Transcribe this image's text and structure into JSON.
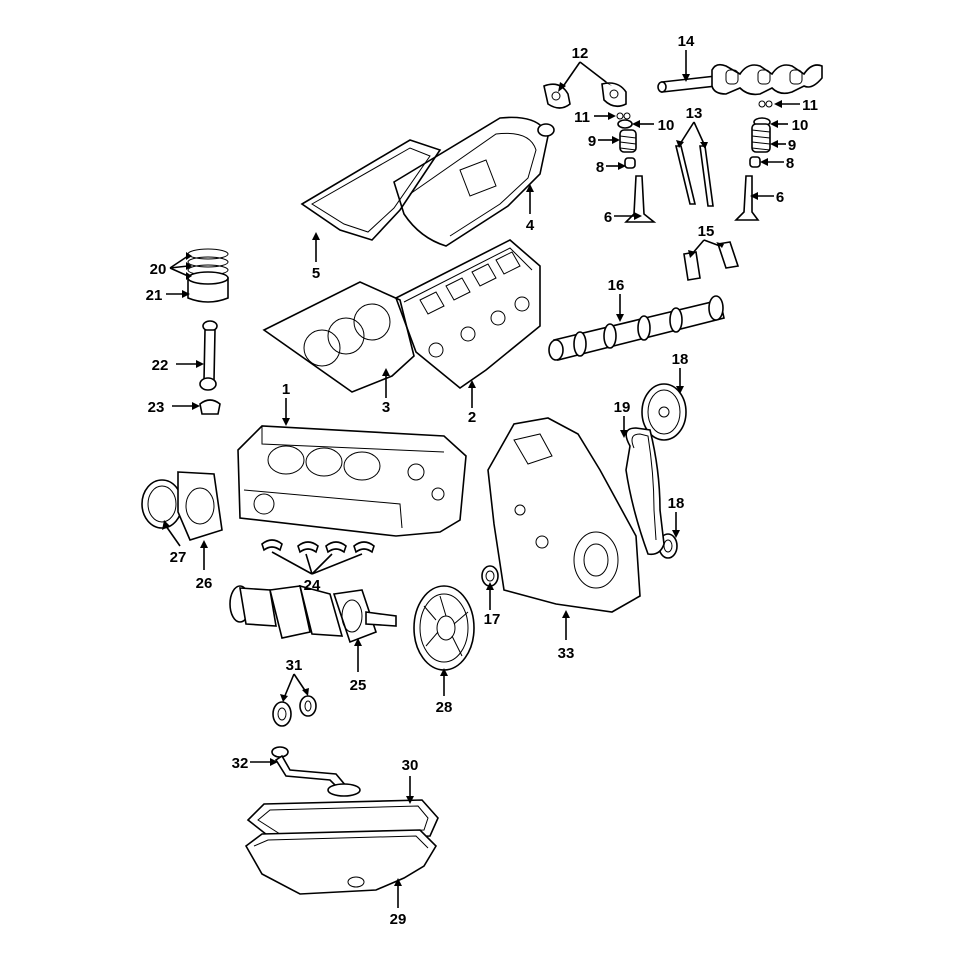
{
  "diagram": {
    "callouts": [
      {
        "id": "c1",
        "text": "1"
      },
      {
        "id": "c2",
        "text": "2"
      },
      {
        "id": "c3",
        "text": "3"
      },
      {
        "id": "c4",
        "text": "4"
      },
      {
        "id": "c5",
        "text": "5"
      },
      {
        "id": "c6a",
        "text": "6"
      },
      {
        "id": "c6b",
        "text": "6"
      },
      {
        "id": "c8a",
        "text": "8"
      },
      {
        "id": "c8b",
        "text": "8"
      },
      {
        "id": "c9a",
        "text": "9"
      },
      {
        "id": "c9b",
        "text": "9"
      },
      {
        "id": "c10a",
        "text": "10"
      },
      {
        "id": "c10b",
        "text": "10"
      },
      {
        "id": "c11a",
        "text": "11"
      },
      {
        "id": "c11b",
        "text": "11"
      },
      {
        "id": "c12",
        "text": "12"
      },
      {
        "id": "c13",
        "text": "13"
      },
      {
        "id": "c14",
        "text": "14"
      },
      {
        "id": "c15",
        "text": "15"
      },
      {
        "id": "c16",
        "text": "16"
      },
      {
        "id": "c17",
        "text": "17"
      },
      {
        "id": "c18a",
        "text": "18"
      },
      {
        "id": "c18b",
        "text": "18"
      },
      {
        "id": "c19",
        "text": "19"
      },
      {
        "id": "c20",
        "text": "20"
      },
      {
        "id": "c21",
        "text": "21"
      },
      {
        "id": "c22",
        "text": "22"
      },
      {
        "id": "c23",
        "text": "23"
      },
      {
        "id": "c24",
        "text": "24"
      },
      {
        "id": "c25",
        "text": "25"
      },
      {
        "id": "c26",
        "text": "26"
      },
      {
        "id": "c27",
        "text": "27"
      },
      {
        "id": "c28",
        "text": "28"
      },
      {
        "id": "c29",
        "text": "29"
      },
      {
        "id": "c30",
        "text": "30"
      },
      {
        "id": "c31",
        "text": "31"
      },
      {
        "id": "c32",
        "text": "32"
      },
      {
        "id": "c33",
        "text": "33"
      }
    ]
  }
}
